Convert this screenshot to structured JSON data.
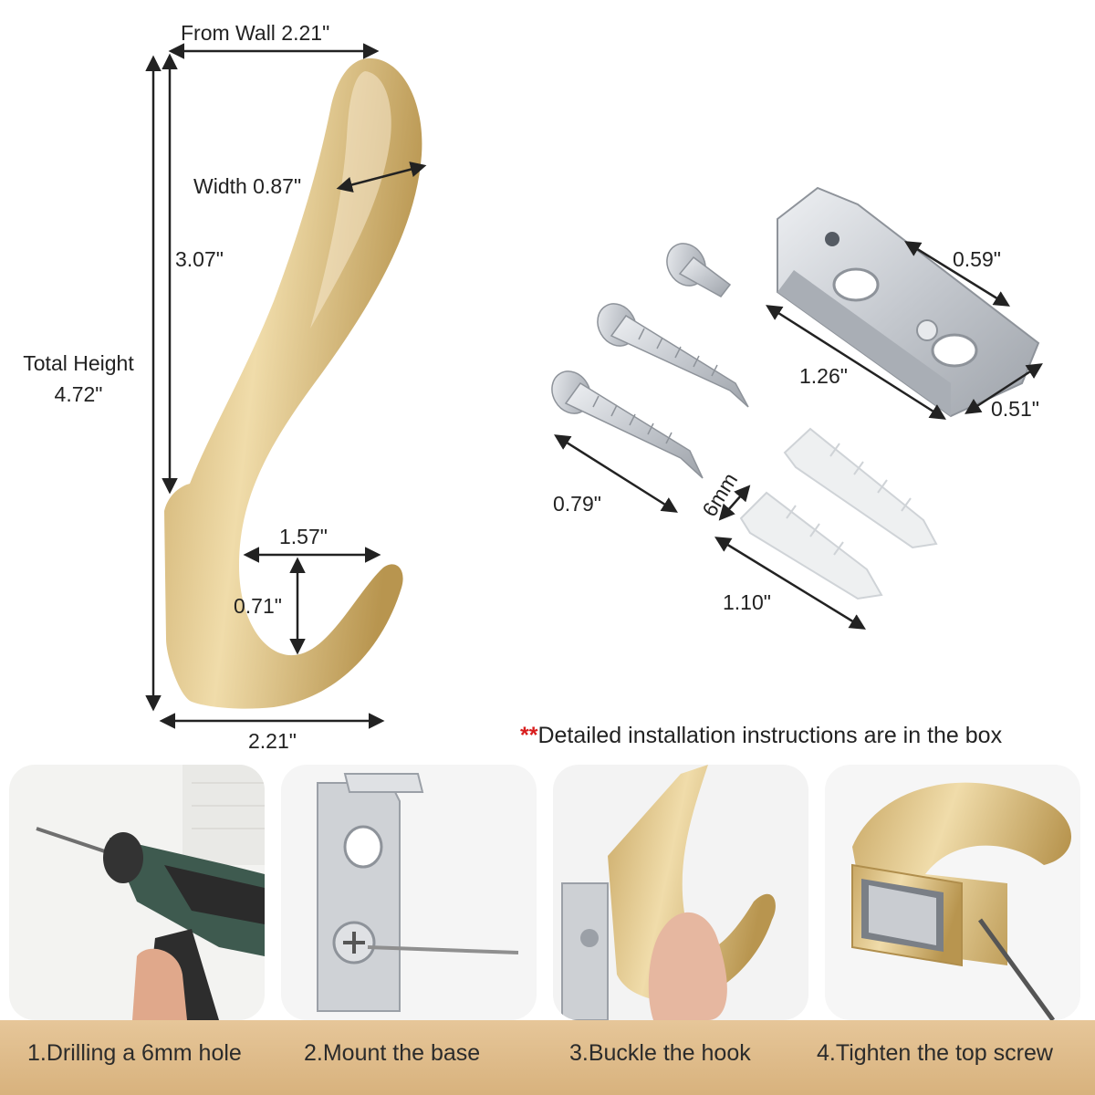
{
  "dimensions": {
    "from_wall": "From Wall 2.21\"",
    "width": "Width 0.87\"",
    "upper_height": "3.07\"",
    "total_height_title": "Total Height",
    "total_height_value": "4.72\"",
    "hook_depth": "1.57\"",
    "hook_rise": "0.71\"",
    "base_width": "2.21\"",
    "bracket_hole_spacing": "0.59\"",
    "bracket_length": "1.26\"",
    "bracket_width": "0.51\"",
    "screw_length": "0.79\"",
    "anchor_diameter": "6mm",
    "anchor_length": "1.10\""
  },
  "note": {
    "marker": "**",
    "text": "Detailed installation instructions are in the box"
  },
  "steps": [
    {
      "label": "1.Drilling a 6mm hole"
    },
    {
      "label": "2.Mount the base"
    },
    {
      "label": "3.Buckle the hook"
    },
    {
      "label": "4.Tighten the top screw"
    }
  ],
  "colors": {
    "hook_gold": "#d9bd7e",
    "bracket_silver": "#c9ccd1",
    "strip_tan": "#dcb885",
    "note_marker": "#d81e1e"
  }
}
